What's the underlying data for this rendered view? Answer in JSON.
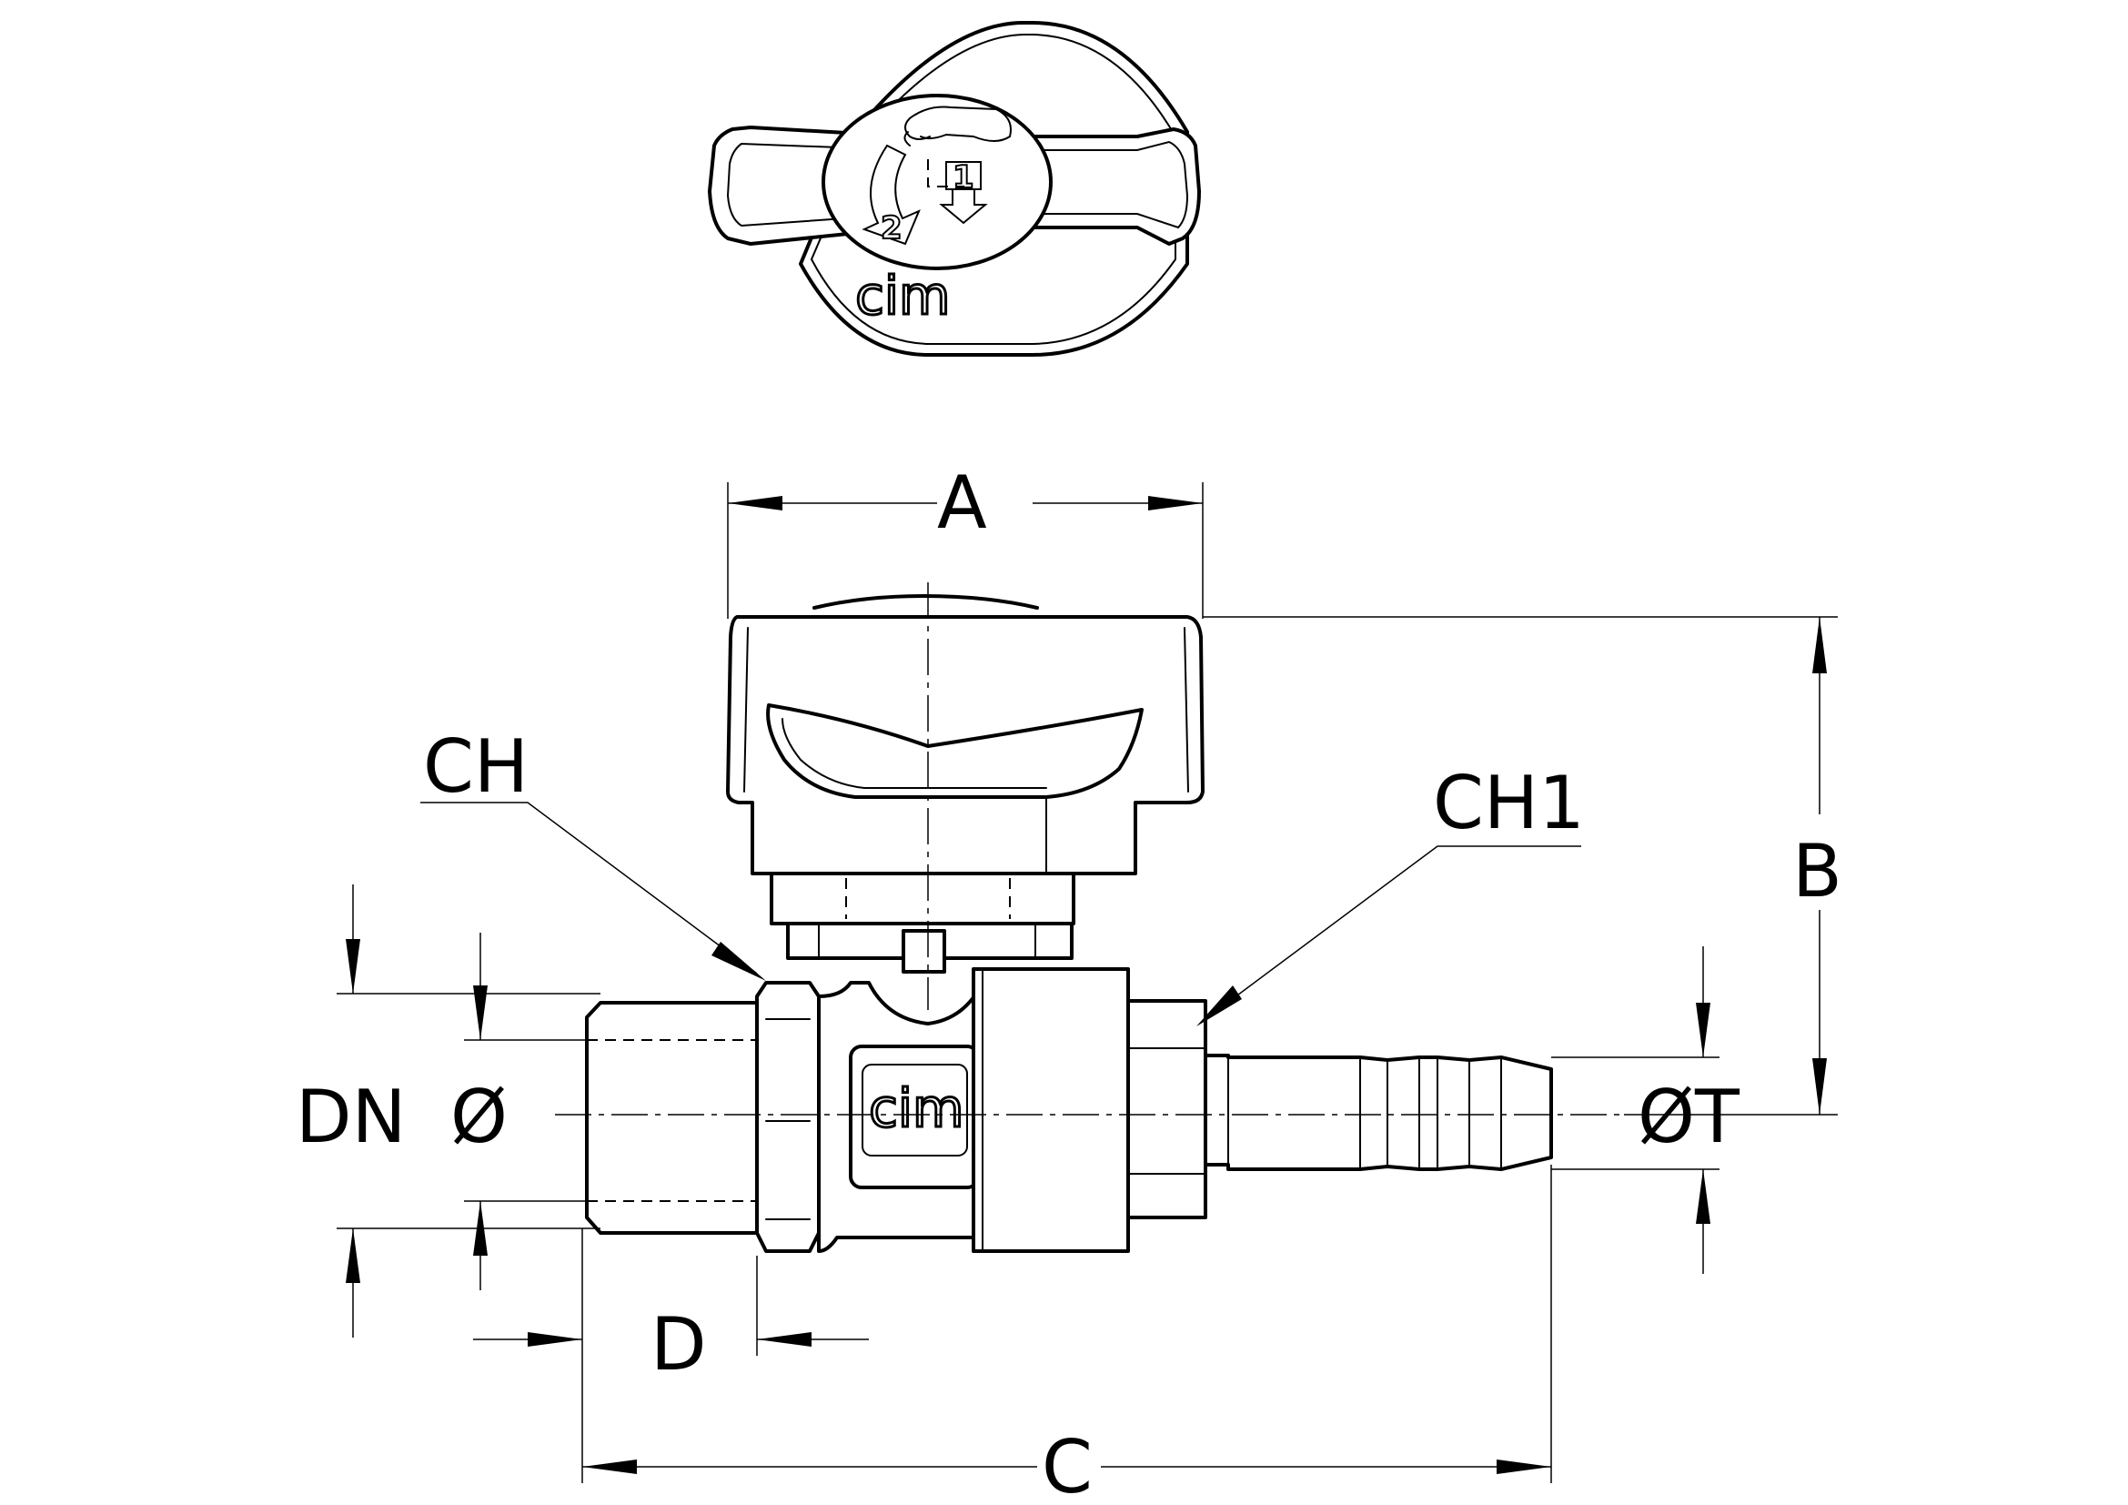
{
  "drawing": {
    "labels": {
      "A": "A",
      "B": "B",
      "C": "C",
      "D": "D",
      "CH": "CH",
      "CH1": "CH1",
      "DN": "DN",
      "diameter": "Ø",
      "diameter_T": "ØT"
    },
    "handle_top_view": {
      "brand": "cim",
      "step_1": "1",
      "step_2": "2"
    },
    "body_side_view": {
      "brand": "cim"
    }
  }
}
